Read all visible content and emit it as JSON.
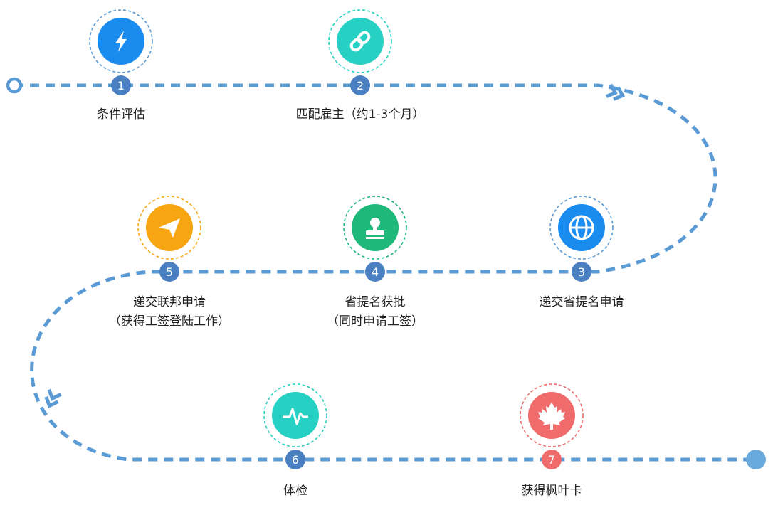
{
  "colors": {
    "path": "#5b9bd5",
    "badge_blue": "#4a7fc1",
    "badge_red": "#f06b6b",
    "end_dot": "#6aa9dc"
  },
  "steps": [
    {
      "number": "1",
      "lines": [
        "条件评估"
      ],
      "icon": "lightning-bolt-icon",
      "color": "#1a8cf0",
      "ring": "#5b9bd5"
    },
    {
      "number": "2",
      "lines": [
        "匹配雇主（约1-3个月）"
      ],
      "icon": "link-chain-icon",
      "color": "#26d0c2",
      "ring": "#26d0c2"
    },
    {
      "number": "3",
      "lines": [
        "递交省提名申请"
      ],
      "icon": "globe-icon",
      "color": "#1a8cf0",
      "ring": "#5b9bd5"
    },
    {
      "number": "4",
      "lines": [
        "省提名获批",
        "（同时申请工签）"
      ],
      "icon": "stamp-icon",
      "color": "#1fb87a",
      "ring": "#1fb87a"
    },
    {
      "number": "5",
      "lines": [
        "递交联邦申请",
        "（获得工签登陆工作）"
      ],
      "icon": "paper-plane-icon",
      "color": "#f7a612",
      "ring": "#f7a612"
    },
    {
      "number": "6",
      "lines": [
        "体检"
      ],
      "icon": "heartbeat-icon",
      "color": "#26d0c2",
      "ring": "#26d0c2"
    },
    {
      "number": "7",
      "lines": [
        "获得枫叶卡"
      ],
      "icon": "maple-leaf-icon",
      "color": "#f06b6b",
      "ring": "#f06b6b"
    }
  ]
}
